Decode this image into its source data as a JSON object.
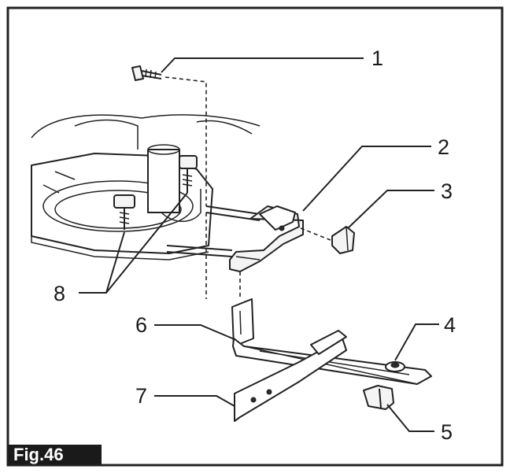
{
  "figure": {
    "label": "Fig.46",
    "callouts": [
      {
        "number": "1",
        "part": "screw"
      },
      {
        "number": "2",
        "part": "template guide holder"
      },
      {
        "number": "3",
        "part": "wing nut"
      },
      {
        "number": "4",
        "part": "wing bolt"
      },
      {
        "number": "5",
        "part": "wing nut"
      },
      {
        "number": "6",
        "part": "straight guide"
      },
      {
        "number": "7",
        "part": "guide plate"
      },
      {
        "number": "8",
        "part": "clamping screws"
      }
    ]
  }
}
